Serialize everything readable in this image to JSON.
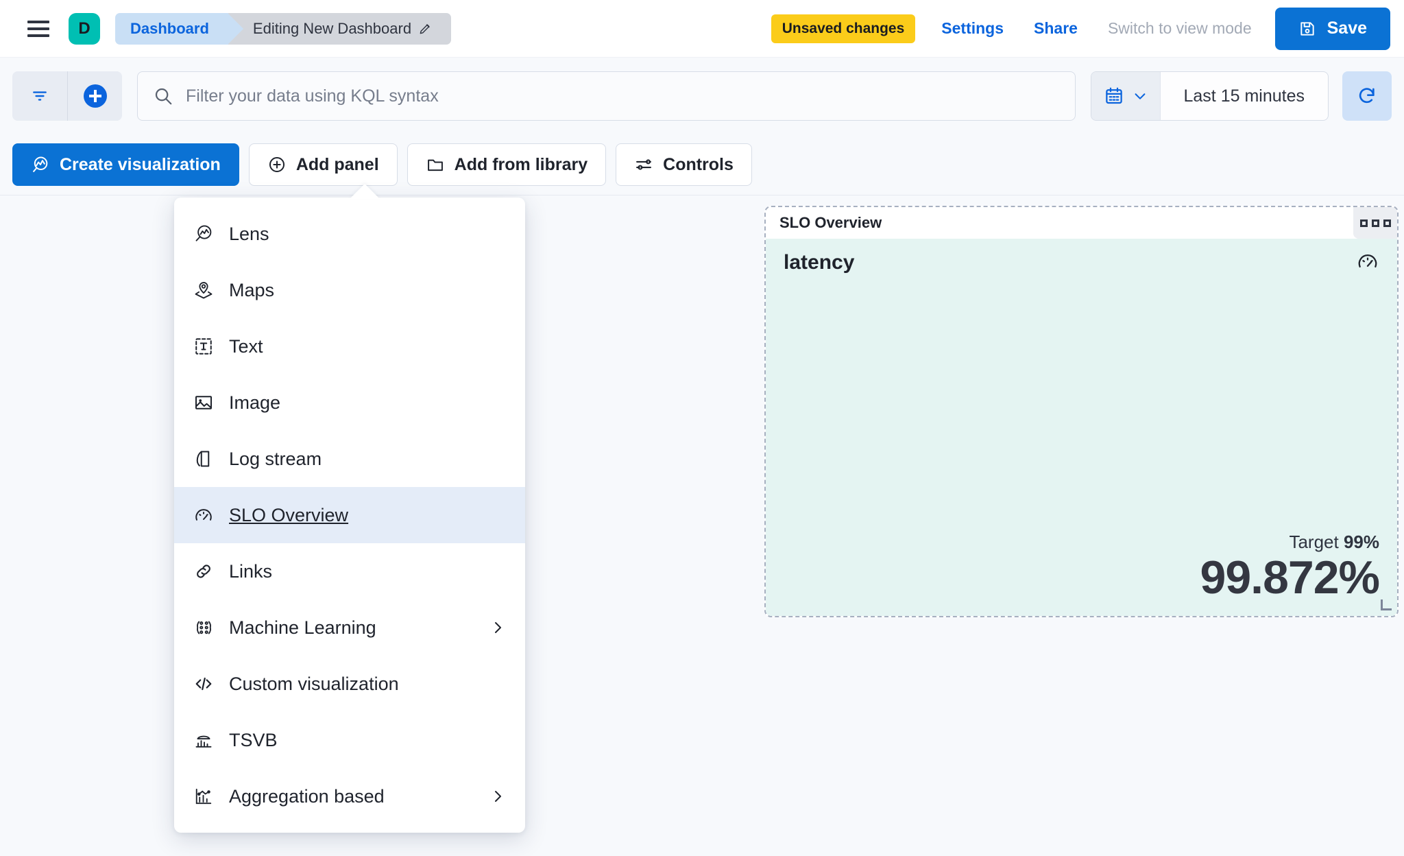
{
  "header": {
    "menu_icon": "hamburger-icon",
    "space_avatar_letter": "D",
    "breadcrumbs": [
      {
        "label": "Dashboard"
      },
      {
        "label": "Editing New Dashboard",
        "icon": "pencil-icon"
      }
    ],
    "unsaved_badge": "Unsaved changes",
    "settings_link": "Settings",
    "share_link": "Share",
    "view_mode_link": "Switch to view mode",
    "save_button": "Save",
    "save_icon": "save-disk-icon"
  },
  "query_bar": {
    "filter_icon": "filter-icon",
    "add_filter_icon": "plus-circle-icon",
    "search_icon": "search-icon",
    "placeholder": "Filter your data using KQL syntax",
    "value": "",
    "calendar_icon": "calendar-icon",
    "chevron_icon": "chevron-down-icon",
    "time_range": "Last 15 minutes",
    "refresh_icon": "refresh-icon"
  },
  "toolbar": {
    "buttons": [
      {
        "label": "Create visualization",
        "icon": "lens-icon",
        "primary": true
      },
      {
        "label": "Add panel",
        "icon": "plus-circle-outline-icon",
        "primary": false
      },
      {
        "label": "Add from library",
        "icon": "folder-icon",
        "primary": false
      },
      {
        "label": "Controls",
        "icon": "controls-icon",
        "primary": false
      }
    ]
  },
  "add_panel_menu": {
    "items": [
      {
        "label": "Lens",
        "icon": "lens-icon",
        "selected": false,
        "submenu": false
      },
      {
        "label": "Maps",
        "icon": "map-marker-layers-icon",
        "selected": false,
        "submenu": false
      },
      {
        "label": "Text",
        "icon": "text-box-icon",
        "selected": false,
        "submenu": false
      },
      {
        "label": "Image",
        "icon": "image-icon",
        "selected": false,
        "submenu": false
      },
      {
        "label": "Log stream",
        "icon": "log-stream-icon",
        "selected": false,
        "submenu": false
      },
      {
        "label": "SLO Overview",
        "icon": "gauge-icon",
        "selected": true,
        "submenu": false
      },
      {
        "label": "Links",
        "icon": "link-icon",
        "selected": false,
        "submenu": false
      },
      {
        "label": "Machine Learning",
        "icon": "machine-learning-icon",
        "selected": false,
        "submenu": true
      },
      {
        "label": "Custom visualization",
        "icon": "code-icon",
        "selected": false,
        "submenu": false
      },
      {
        "label": "TSVB",
        "icon": "tsvb-chart-icon",
        "selected": false,
        "submenu": false
      },
      {
        "label": "Aggregation based",
        "icon": "aggregation-chart-icon",
        "selected": false,
        "submenu": true
      }
    ]
  },
  "slo_panel": {
    "title": "SLO Overview",
    "context_menu_icon": "panel-context-menu-icon",
    "metric_name": "latency",
    "gauge_icon": "gauge-icon",
    "target_label": "Target",
    "target_value": "99%",
    "sli_value": "99.872%",
    "resize_handle": "resize-handle-icon"
  },
  "colors": {
    "accent_blue": "#0b72d4",
    "link_blue": "#0b64dd",
    "warning_yellow": "#fbcc1a",
    "space_teal": "#00bfb3",
    "panel_success_bg": "#e4f4f2",
    "menu_selected_bg": "#e4ecf8",
    "page_bg": "#f7f9fc"
  }
}
